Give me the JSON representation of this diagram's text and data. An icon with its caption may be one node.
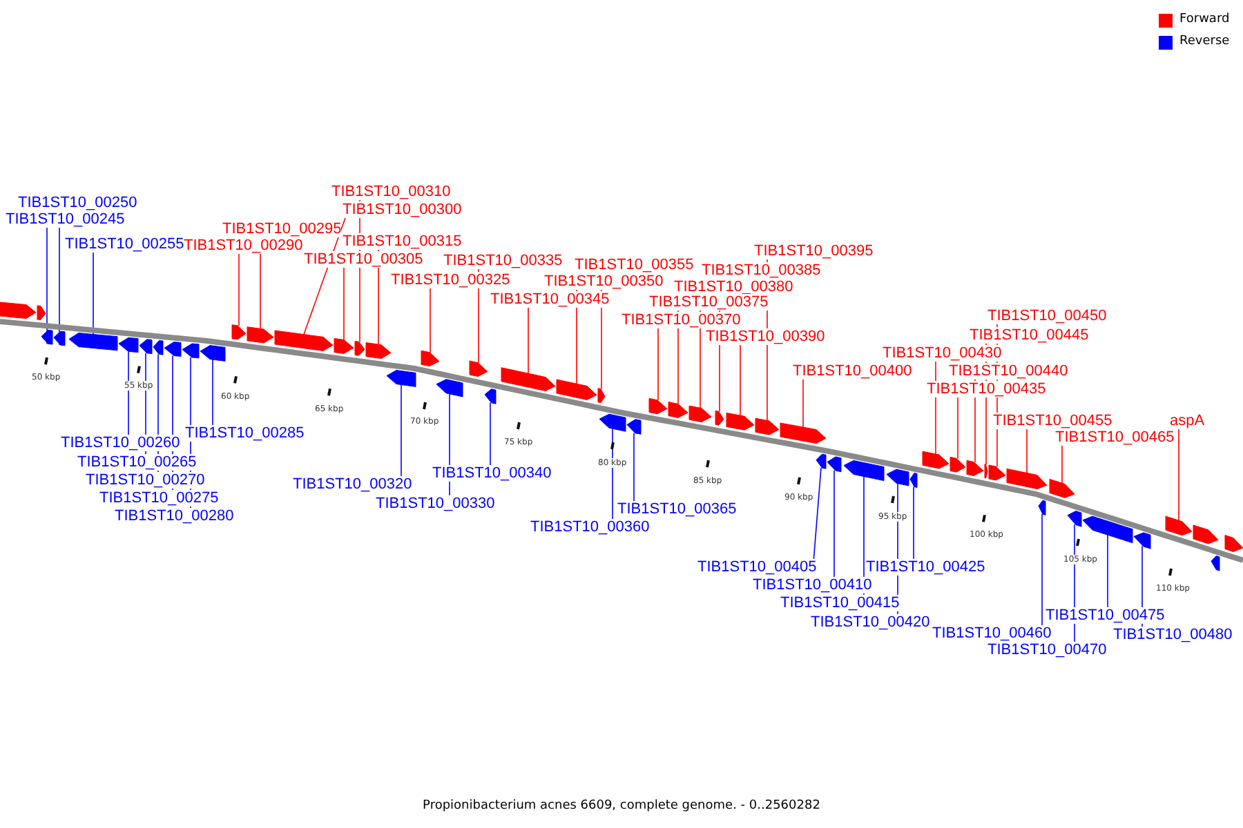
{
  "diagram": {
    "caption": "Propionibacterium acnes 6609, complete genome. - 0..2560282",
    "nodes": [
      {
        "text": [
          "TIB1ST10_00250"
        ]
      },
      {
        "text": [
          "TIB1ST10_00245"
        ]
      },
      {
        "text": [
          "TIB1ST10_00255"
        ]
      },
      {
        "text": [
          "TIB1ST10_00310"
        ]
      },
      {
        "text": [
          "TIB1ST10_00300"
        ]
      },
      {
        "text": [
          "TIB1ST10_00295"
        ]
      },
      {
        "text": [
          "TIB1ST10_00290"
        ]
      },
      {
        "text": [
          "TIB1ST10_00315"
        ]
      },
      {
        "text": [
          "TIB1ST10_00305"
        ]
      },
      {
        "text": [
          "TIB1ST10_00335"
        ]
      },
      {
        "text": [
          "TIB1ST10_00325"
        ]
      },
      {
        "text": [
          "TIB1ST10_00345"
        ]
      },
      {
        "text": [
          "TIB1ST10_00355"
        ]
      },
      {
        "text": [
          "TIB1ST10_00350"
        ]
      },
      {
        "text": [
          "TIB1ST10_00395"
        ]
      },
      {
        "text": [
          "TIB1ST10_00385"
        ]
      },
      {
        "text": [
          "TIB1ST10_00380"
        ]
      },
      {
        "text": [
          "TIB1ST10_00375"
        ]
      },
      {
        "text": [
          "TIB1ST10_00370"
        ]
      },
      {
        "text": [
          "TIB1ST10_00390"
        ]
      },
      {
        "text": [
          "TIB1ST10_00400"
        ]
      },
      {
        "text": [
          "TIB1ST10_00450"
        ]
      },
      {
        "text": [
          "TIB1ST10_00445"
        ]
      },
      {
        "text": [
          "TIB1ST10_00430"
        ]
      },
      {
        "text": [
          "TIB1ST10_00440"
        ]
      },
      {
        "text": [
          "TIB1ST10_00435"
        ]
      },
      {
        "text": [
          "TIB1ST10_00455"
        ]
      },
      {
        "text": [
          "TIB1ST10_00465"
        ]
      },
      {
        "text": [
          "aspA"
        ]
      },
      {
        "text": [
          "TIB1ST10_00260"
        ]
      },
      {
        "text": [
          "TIB1ST10_00265"
        ]
      },
      {
        "text": [
          "TIB1ST10_00270"
        ]
      },
      {
        "text": [
          "TIB1ST10_00275"
        ]
      },
      {
        "text": [
          "TIB1ST10_00280"
        ]
      },
      {
        "text": [
          "TIB1ST10_00285"
        ]
      },
      {
        "text": [
          "TIB1ST10_00320"
        ]
      },
      {
        "text": [
          "TIB1ST10_00330"
        ]
      },
      {
        "text": [
          "TIB1ST10_00340"
        ]
      },
      {
        "text": [
          "TIB1ST10_00360"
        ]
      },
      {
        "text": [
          "TIB1ST10_00365"
        ]
      },
      {
        "text": [
          "TIB1ST10_00405"
        ]
      },
      {
        "text": [
          "TIB1ST10_00410"
        ]
      },
      {
        "text": [
          "TIB1ST10_00415"
        ]
      },
      {
        "text": [
          "TIB1ST10_00420"
        ]
      },
      {
        "text": [
          "TIB1ST10_00425"
        ]
      },
      {
        "text": [
          "TIB1ST10_00460"
        ]
      },
      {
        "text": [
          "TIB1ST10_00470"
        ]
      },
      {
        "text": [
          "TIB1ST10_00475"
        ]
      },
      {
        "text": [
          "TIB1ST10_00480"
        ]
      },
      {
        "text": [],
        "shape": "bar"
      },
      {
        "text": [],
        "shape": "bar"
      },
      {
        "text": [],
        "shape": "bar"
      },
      {
        "text": [],
        "shape": "bar"
      },
      {
        "text": [],
        "shape": "bar"
      },
      {
        "text": [],
        "shape": "bar"
      },
      {
        "text": [],
        "shape": "bar"
      },
      {
        "text": [],
        "shape": "bar"
      },
      {
        "text": [],
        "shape": "bar"
      },
      {
        "text": [],
        "shape": "bar"
      },
      {
        "text": [],
        "shape": "bar"
      },
      {
        "text": [],
        "shape": "bar"
      },
      {
        "text": [],
        "shape": "bar"
      },
      {
        "text": [],
        "shape": "bar"
      },
      {
        "text": [],
        "shape": "bar"
      },
      {
        "text": [],
        "shape": "bar"
      },
      {
        "text": [],
        "shape": "bar"
      },
      {
        "text": [],
        "shape": "bar"
      },
      {
        "text": [],
        "shape": "bar"
      },
      {
        "text": [],
        "shape": "bar"
      },
      {
        "text": [],
        "shape": "bar"
      },
      {
        "text": [],
        "shape": "bar"
      },
      {
        "text": [],
        "shape": "bar"
      },
      {
        "text": [],
        "shape": "bar"
      },
      {
        "text": [],
        "shape": "bar"
      },
      {
        "text": [],
        "shape": "bar"
      },
      {
        "text": [],
        "shape": "bar"
      },
      {
        "text": [],
        "shape": "bar"
      },
      {
        "text": [],
        "shape": "bar"
      },
      {
        "text": [],
        "shape": "bar"
      },
      {
        "text": [],
        "shape": "bar"
      },
      {
        "text": [],
        "shape": "bar"
      },
      {
        "text": [],
        "shape": "bar"
      },
      {
        "text": [],
        "shape": "bar"
      },
      {
        "text": [],
        "shape": "bar"
      },
      {
        "text": [],
        "shape": "bar"
      },
      {
        "text": [],
        "shape": "bar"
      },
      {
        "text": [],
        "shape": "bar"
      },
      {
        "text": [],
        "shape": "bar"
      },
      {
        "text": [],
        "shape": "bar"
      },
      {
        "text": [],
        "shape": "bar"
      },
      {
        "text": [],
        "shape": "bar"
      },
      {
        "text": [],
        "shape": "bar"
      },
      {
        "text": [],
        "shape": "bar"
      },
      {
        "text": [],
        "shape": "bar"
      },
      {
        "text": [],
        "shape": "bar"
      },
      {
        "text": [],
        "shape": "bar"
      },
      {
        "text": [],
        "shape": "bar"
      },
      {
        "text": [],
        "shape": "bar"
      },
      {
        "text": [],
        "shape": "bar"
      },
      {
        "text": [],
        "shape": "bar"
      },
      {
        "text": [],
        "shape": "bar"
      },
      {
        "text": [],
        "shape": "bar"
      },
      {
        "text": [],
        "shape": "bar"
      }
    ],
    "edges": [
      {
        "from": 0,
        "to": 52,
        "arrow": "none",
        "color": "#0000ff"
      },
      {
        "from": 1,
        "to": 51,
        "arrow": "none",
        "color": "#0000ff"
      },
      {
        "from": 2,
        "to": 53,
        "arrow": "none",
        "color": "#0000ff"
      },
      {
        "from": 3,
        "to": 64,
        "arrow": "none"
      },
      {
        "from": 4,
        "to": 62,
        "arrow": "none"
      },
      {
        "from": 5,
        "to": 61,
        "arrow": "none"
      },
      {
        "from": 6,
        "to": 60,
        "arrow": "none"
      },
      {
        "from": 7,
        "to": 65,
        "arrow": "none"
      },
      {
        "from": 8,
        "to": 63,
        "arrow": "none"
      },
      {
        "from": 9,
        "to": 69,
        "arrow": "none"
      },
      {
        "from": 10,
        "to": 67,
        "arrow": "none"
      },
      {
        "from": 11,
        "to": 71,
        "arrow": "none"
      },
      {
        "from": 12,
        "to": 73,
        "arrow": "none"
      },
      {
        "from": 13,
        "to": 72,
        "arrow": "none"
      },
      {
        "from": 14,
        "to": 81,
        "arrow": "none"
      },
      {
        "from": 15,
        "to": 79,
        "arrow": "none"
      },
      {
        "from": 16,
        "to": 78,
        "arrow": "none"
      },
      {
        "from": 17,
        "to": 77,
        "arrow": "none"
      },
      {
        "from": 18,
        "to": 76,
        "arrow": "none"
      },
      {
        "from": 19,
        "to": 80,
        "arrow": "none"
      },
      {
        "from": 20,
        "to": 82,
        "arrow": "none"
      },
      {
        "from": 21,
        "to": 92,
        "arrow": "none"
      },
      {
        "from": 22,
        "to": 91,
        "arrow": "none"
      },
      {
        "from": 23,
        "to": 88,
        "arrow": "none"
      },
      {
        "from": 24,
        "to": 90,
        "arrow": "none"
      },
      {
        "from": 25,
        "to": 89,
        "arrow": "none"
      },
      {
        "from": 26,
        "to": 93,
        "arrow": "none"
      },
      {
        "from": 27,
        "to": 95,
        "arrow": "none"
      },
      {
        "from": 28,
        "to": 99,
        "arrow": "none"
      },
      {
        "from": 29,
        "to": 54,
        "arrow": "none",
        "color": "#0000ff"
      },
      {
        "from": 30,
        "to": 55,
        "arrow": "none",
        "color": "#0000ff"
      },
      {
        "from": 31,
        "to": 56,
        "arrow": "none",
        "color": "#0000ff"
      },
      {
        "from": 32,
        "to": 57,
        "arrow": "none",
        "color": "#0000ff"
      },
      {
        "from": 33,
        "to": 58,
        "arrow": "none",
        "color": "#0000ff"
      },
      {
        "from": 34,
        "to": 59,
        "arrow": "none",
        "color": "#0000ff"
      },
      {
        "from": 35,
        "to": 66,
        "arrow": "none",
        "color": "#0000ff"
      },
      {
        "from": 36,
        "to": 68,
        "arrow": "none",
        "color": "#0000ff"
      },
      {
        "from": 37,
        "to": 70,
        "arrow": "none",
        "color": "#0000ff"
      },
      {
        "from": 38,
        "to": 74,
        "arrow": "none",
        "color": "#0000ff"
      },
      {
        "from": 39,
        "to": 75,
        "arrow": "none",
        "color": "#0000ff"
      },
      {
        "from": 40,
        "to": 83,
        "arrow": "none",
        "color": "#0000ff"
      },
      {
        "from": 41,
        "to": 84,
        "arrow": "none",
        "color": "#0000ff"
      },
      {
        "from": 42,
        "to": 85,
        "arrow": "none",
        "color": "#0000ff"
      },
      {
        "from": 43,
        "to": 86,
        "arrow": "none",
        "color": "#0000ff"
      },
      {
        "from": 44,
        "to": 87,
        "arrow": "none",
        "color": "#0000ff"
      },
      {
        "from": 45,
        "to": 94,
        "arrow": "none",
        "color": "#0000ff"
      },
      {
        "from": 46,
        "to": 96,
        "arrow": "none",
        "color": "#0000ff"
      },
      {
        "from": 47,
        "to": 97,
        "arrow": "none",
        "color": "#0000ff"
      },
      {
        "from": 48,
        "to": 98,
        "arrow": "none",
        "color": "#0000ff"
      }
    ],
    "labels": [
      "50 kbp",
      "55 kbp",
      "60 kbp",
      "65 kbp",
      "70 kbp",
      "75 kbp",
      "80 kbp",
      "85 kbp",
      "90 kbp",
      "95 kbp",
      "100 kbp",
      "105 kbp",
      "110 kbp"
    ],
    "legend": [
      {
        "text": "Forward",
        "color": "#ff0000"
      },
      {
        "text": "Reverse",
        "color": "#0000ff"
      }
    ]
  }
}
